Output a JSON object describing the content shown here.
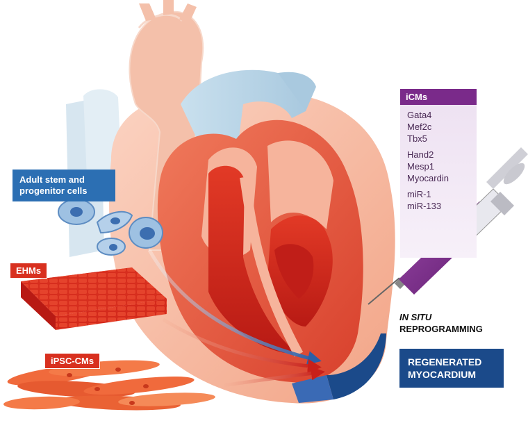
{
  "labels": {
    "stem_cells": [
      "Adult stem and",
      "progenitor cells"
    ],
    "ehms": "EHMs",
    "ipsc": "iPSC-CMs",
    "icms_title": "iCMs",
    "icms_groups": [
      [
        "Gata4",
        "Mef2c",
        "Tbx5"
      ],
      [
        "Hand2",
        "Mesp1",
        "Myocardin"
      ],
      [
        "miR-1",
        "miR-133"
      ]
    ],
    "insitu_italic": "IN SITU",
    "insitu_rest": "REPROGRAMMING",
    "regenerated": [
      "REGENERATED",
      "MYOCARDIUM"
    ]
  },
  "colors": {
    "heart_outer": "#f5b49a",
    "heart_wall": "#e8553e",
    "chamber_red": "#d6261c",
    "aorta": "#f3c4b0",
    "vessel_blue": "#bcd7e8",
    "regen_blue": "#1b4a8a",
    "syringe_purple": "#7a2a8a"
  }
}
